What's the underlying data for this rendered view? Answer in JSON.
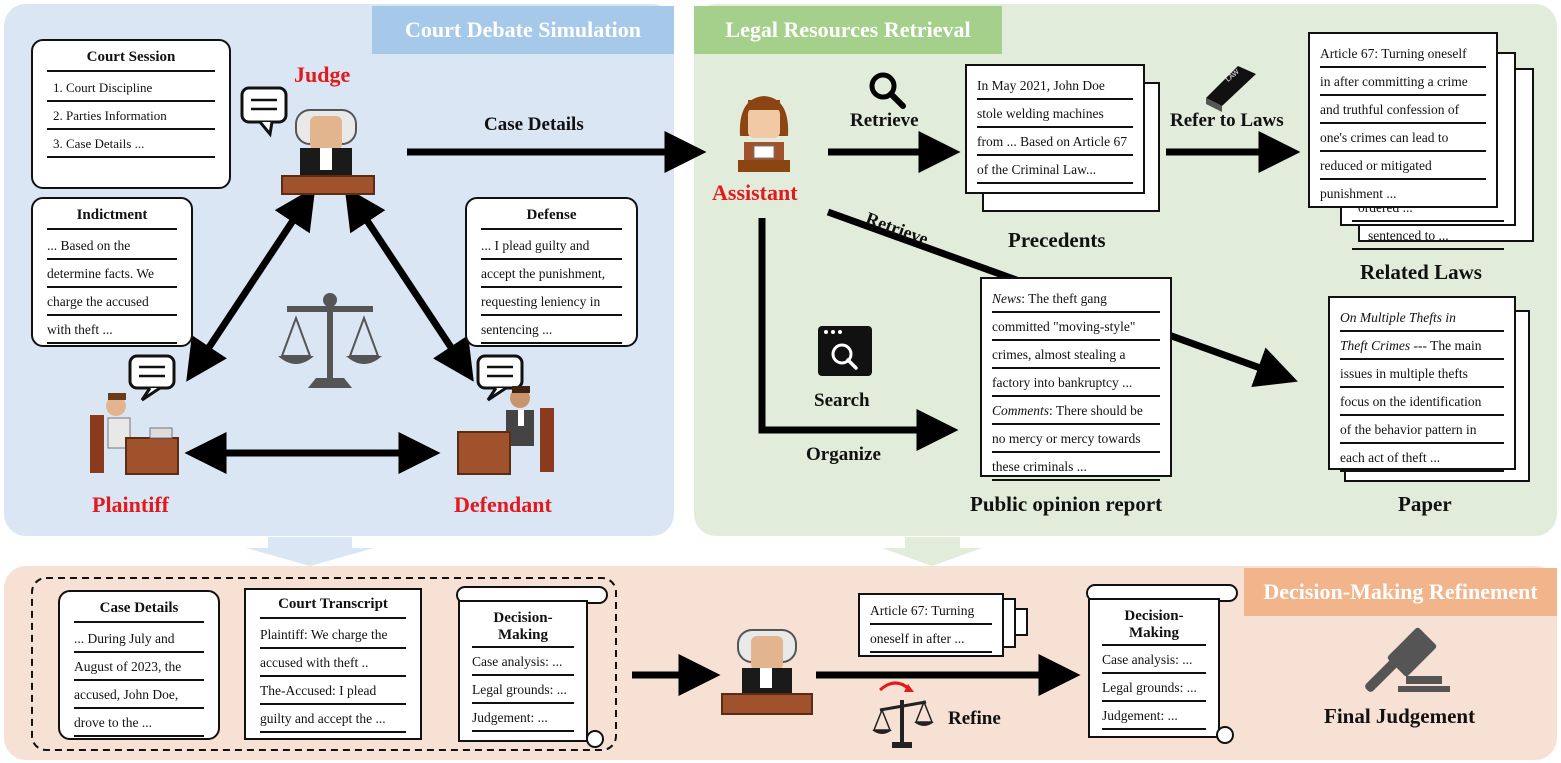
{
  "colors": {
    "court_panel": "#dbe6f4",
    "legal_panel": "#e1ecda",
    "decision_panel": "#f7e1d4",
    "court_ribbon": "#a6c9e9",
    "legal_ribbon": "#a5d08c",
    "decision_ribbon": "#f2b48a",
    "role_red": "#e31a1c"
  },
  "sections": {
    "court": "Court Debate Simulation",
    "legal": "Legal Resources Retrieval",
    "decision": "Decision-Making Refinement"
  },
  "roles": {
    "judge": "Judge",
    "plaintiff": "Plaintiff",
    "defendant": "Defendant",
    "assistant": "Assistant"
  },
  "court_session": {
    "title": "Court Session",
    "items": [
      "1. Court Discipline",
      "2. Parties Information",
      "3. Case Details ..."
    ]
  },
  "indictment": {
    "title": "Indictment",
    "lines": [
      "... Based on the",
      "determine facts. We",
      "charge the accused",
      "with theft ..."
    ]
  },
  "defense": {
    "title": "Defense",
    "lines": [
      "... I plead guilty and",
      "accept the punishment,",
      "requesting leniency in",
      "sentencing ..."
    ]
  },
  "arrows": {
    "case_details": "Case Details",
    "retrieve": "Retrieve",
    "retrieve_diag": "Retrieve",
    "refer_to_laws": "Refer to Laws",
    "search": "Search",
    "organize": "Organize",
    "refine": "Refine"
  },
  "precedents": {
    "label": "Precedents",
    "lines": [
      "In May 2021, John Doe",
      "stole welding machines",
      "from ... Based on Article 67",
      "of the Criminal Law..."
    ]
  },
  "related_laws": {
    "label": "Related Laws",
    "lines": [
      "Article 67: Turning oneself",
      "in after committing a crime",
      "and truthful confession of",
      "one's crimes can lead to",
      "reduced or mitigated",
      "punishment ..."
    ],
    "back_lines": [
      "ordered ...",
      "sentenced to ..."
    ]
  },
  "public_opinion": {
    "label": "Public opinion report",
    "news_label": "News",
    "news_text": ": The theft gang",
    "lines_a": [
      "committed \"moving-style\"",
      "crimes, almost stealing a",
      "factory into bankruptcy ..."
    ],
    "comments_label": "Comments",
    "comments_text": ": There should be",
    "lines_b": [
      "no mercy or mercy towards",
      "these criminals ..."
    ]
  },
  "paper": {
    "label": "Paper",
    "title_line1": "On Multiple Thefts in",
    "title_line2": "Theft Crimes",
    "title_suffix": " --- The main",
    "lines": [
      "issues in multiple thefts",
      "focus on the identification",
      "of the behavior pattern in",
      "each act of theft ..."
    ]
  },
  "case_details_box": {
    "title": "Case Details",
    "lines": [
      "... During July and",
      "August of 2023, the",
      "accused, John Doe,",
      "drove to the  ..."
    ]
  },
  "court_transcript": {
    "title": "Court Transcript",
    "lines": [
      "Plaintiff: We charge the",
      "accused with theft ..",
      "The-Accused: I plead",
      "guilty and accept the ..."
    ]
  },
  "decision_making_1": {
    "title": "Decision-Making",
    "lines": [
      "Case analysis: ...",
      "Legal grounds: ...",
      "Judgement: ..."
    ]
  },
  "article_snippet": {
    "lines": [
      "Article 67: Turning",
      "oneself in after ..."
    ]
  },
  "decision_making_2": {
    "title": "Decision-Making",
    "lines": [
      "Case analysis: ...",
      "Legal grounds: ...",
      "Judgement: ..."
    ]
  },
  "final_judgement": "Final Judgement",
  "icons": [
    "speech-bubble-icon",
    "judge-icon",
    "scales-icon",
    "plaintiff-icon",
    "defendant-icon",
    "assistant-icon",
    "magnifier-icon",
    "law-book-icon",
    "search-window-icon",
    "gavel-icon",
    "refine-scales-icon"
  ]
}
